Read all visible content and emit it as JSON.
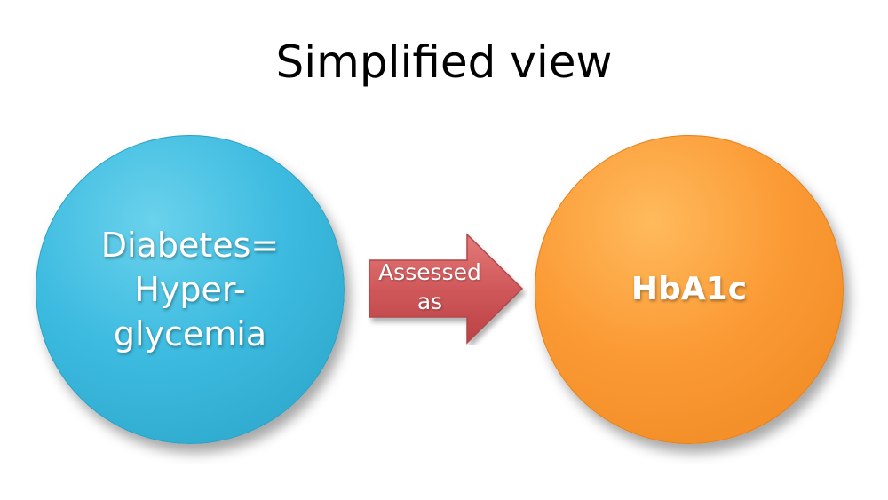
{
  "slide": {
    "title": "Simplified view"
  },
  "diagram": {
    "left_node": {
      "label": "Diabetes=\nHyper-\nglycemia",
      "color": "#3dbbe0"
    },
    "connector": {
      "label": "Assessed\nas",
      "color": "#d0585a"
    },
    "right_node": {
      "label": "HbA1c",
      "color": "#fb9b36"
    }
  }
}
